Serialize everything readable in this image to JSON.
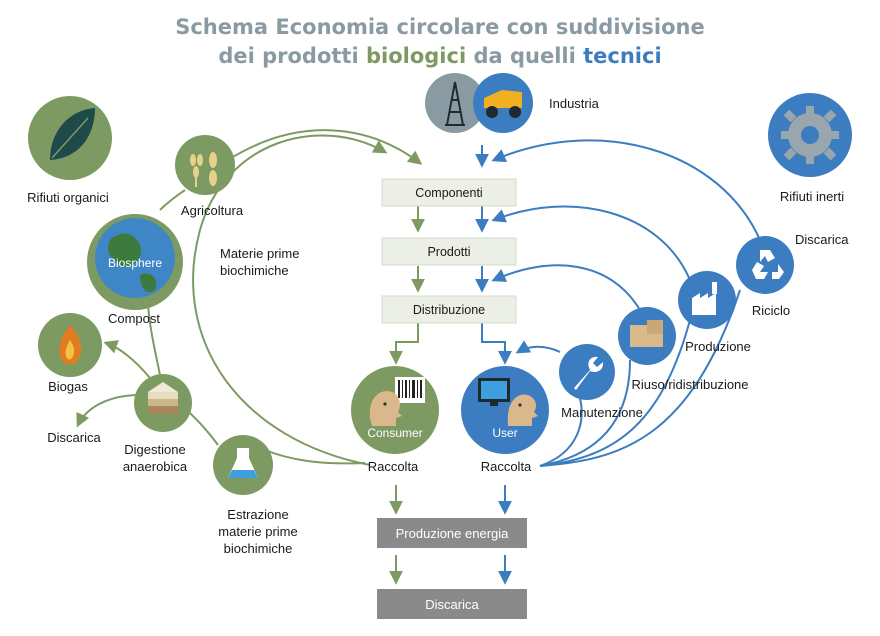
{
  "title": {
    "line1": "Schema Economia circolare con suddivisione",
    "line2_prefix": "dei prodotti ",
    "line2_bio": "biologici",
    "line2_mid": " da quelli ",
    "line2_tech": "tecnici"
  },
  "colors": {
    "green": "#7d9a62",
    "green_dark": "#6b8a53",
    "blue": "#3b7dc0",
    "blue_dark": "#2e6aa8",
    "box_fill": "#ecefe6",
    "gray_box": "#8a8a8a",
    "title_gray": "#8a9aa3"
  },
  "center": {
    "componenti": "Componenti",
    "prodotti": "Prodotti",
    "distribuzione": "Distribuzione",
    "produzione_energia": "Produzione energia",
    "discarica_bottom": "Discarica"
  },
  "biological": {
    "rifiuti_organici": "Rifiuti organici",
    "agricoltura": "Agricoltura",
    "biosphere": "Biosphere",
    "compost": "Compost",
    "biogas": "Biogas",
    "discarica": "Discarica",
    "digestione_line1": "Digestione",
    "digestione_line2": "anaerobica",
    "estrazione_line1": "Estrazione",
    "estrazione_line2": "materie prime",
    "estrazione_line3": "biochimiche",
    "materie_line1": "Materie prime",
    "materie_line2": "biochimiche",
    "consumer": "Consumer",
    "raccolta": "Raccolta"
  },
  "technical": {
    "industria": "Industria",
    "rifiuti_inerti": "Rifiuti inerti",
    "discarica": "Discarica",
    "riciclo": "Riciclo",
    "produzione": "Produzione",
    "riuso": "Riuso/ridistribuzione",
    "manutenzione": "Manutenzione",
    "user": "User",
    "raccolta": "Raccolta"
  }
}
